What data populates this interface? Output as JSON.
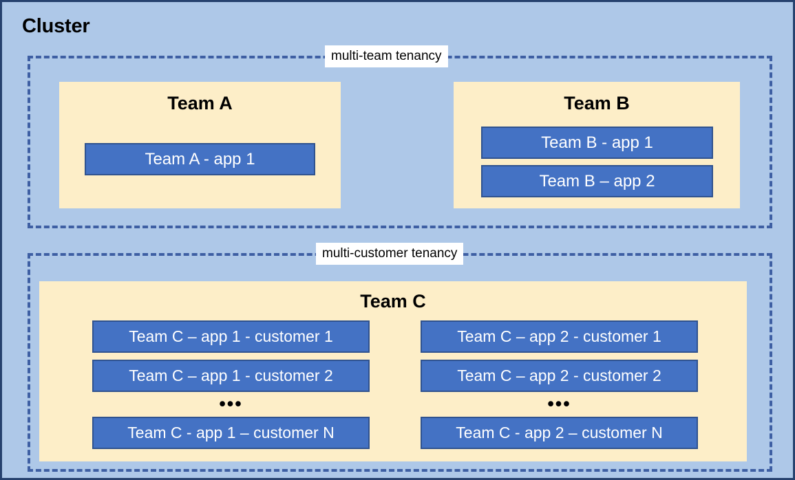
{
  "cluster": {
    "title": "Cluster",
    "background_color": "#aec8e8",
    "border_color": "#26416e"
  },
  "tenancies": [
    {
      "key": "multi_team",
      "label": "multi-team tenancy",
      "border_color": "#3e5fa3",
      "teams": [
        {
          "key": "team_a",
          "title": "Team A",
          "panel_color": "#fdeec8",
          "apps": [
            {
              "label": "Team A - app 1"
            }
          ]
        },
        {
          "key": "team_b",
          "title": "Team B",
          "panel_color": "#fdeec8",
          "apps": [
            {
              "label": "Team B - app 1"
            },
            {
              "label": "Team B – app 2"
            }
          ]
        }
      ]
    },
    {
      "key": "multi_customer",
      "label": "multi-customer tenancy",
      "border_color": "#3e5fa3",
      "teams": [
        {
          "key": "team_c",
          "title": "Team C",
          "panel_color": "#fdeec8",
          "columns": [
            {
              "key": "app_1",
              "apps_top": [
                {
                  "label": "Team C – app 1 - customer 1"
                },
                {
                  "label": "Team C – app 1 - customer 2"
                }
              ],
              "ellipsis": "•••",
              "apps_bottom": [
                {
                  "label": "Team C - app 1 – customer N"
                }
              ]
            },
            {
              "key": "app_2",
              "apps_top": [
                {
                  "label": "Team C – app 2 - customer 1"
                },
                {
                  "label": "Team C – app 2 - customer 2"
                }
              ],
              "ellipsis": "•••",
              "apps_bottom": [
                {
                  "label": "Team C - app 2 – customer N"
                }
              ]
            }
          ]
        }
      ]
    }
  ],
  "colors": {
    "app_box_fill": "#4472c4",
    "app_box_border": "#2f528f",
    "app_box_text": "#ffffff",
    "panel_fill": "#fdeec8",
    "label_background": "#ffffff"
  }
}
